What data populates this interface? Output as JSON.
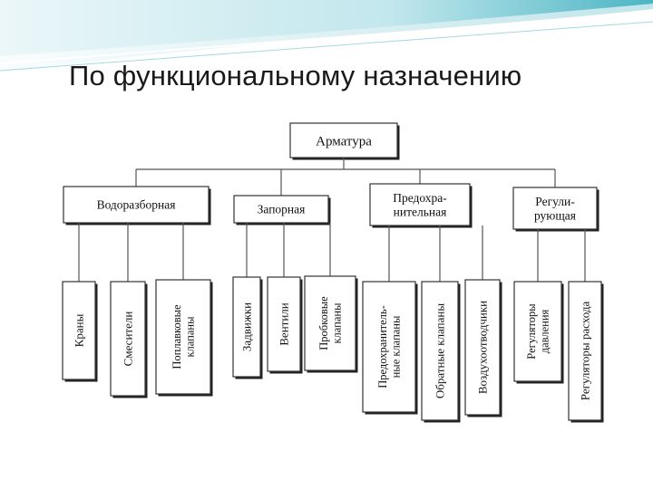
{
  "slide": {
    "title": "По функциональному назначению"
  },
  "diagram": {
    "root": "Арматура",
    "groups": [
      {
        "label_lines": [
          "Водоразборная"
        ],
        "items": [
          {
            "lines": [
              "Краны"
            ]
          },
          {
            "lines": [
              "Смесители"
            ]
          },
          {
            "lines": [
              "Поплавковые",
              "клапаны"
            ]
          }
        ]
      },
      {
        "label_lines": [
          "Запорная"
        ],
        "items": [
          {
            "lines": [
              "Задвижки"
            ]
          },
          {
            "lines": [
              "Вентили"
            ]
          },
          {
            "lines": [
              "Пробковые",
              "клапаны"
            ]
          }
        ]
      },
      {
        "label_lines": [
          "Предохра-",
          "нительная"
        ],
        "items": [
          {
            "lines": [
              "Предохранитель-",
              "ные клапаны"
            ]
          },
          {
            "lines": [
              "Обратные клапаны"
            ]
          },
          {
            "lines": [
              "Воздухоотводчики"
            ]
          }
        ]
      },
      {
        "label_lines": [
          "Регули-",
          "рующая"
        ],
        "items": [
          {
            "lines": [
              "Регуляторы",
              "давления"
            ]
          },
          {
            "lines": [
              "Регуляторы расхода"
            ]
          }
        ]
      }
    ]
  },
  "colors": {
    "header_teal": "#3fb0bf",
    "header_light": "#bfe6ec",
    "box_fill": "#ffffff",
    "box_shadow": "#202020",
    "line": "#555555",
    "text": "#111111"
  }
}
